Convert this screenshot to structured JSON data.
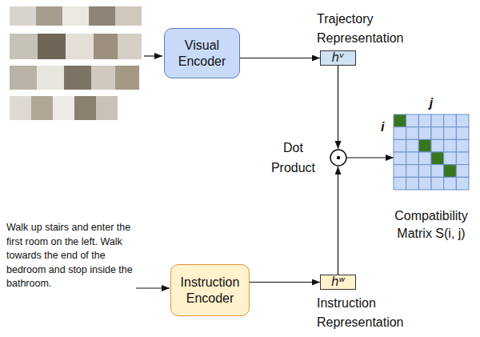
{
  "diagram": {
    "nodes": [
      {
        "text": [
          "Visual Encoder"
        ]
      },
      {
        "text": [
          "Trajectory Representation",
          "hᵛ"
        ]
      },
      {
        "text": [
          "Dot Product"
        ]
      },
      {
        "text": [
          "j",
          "i",
          "Compatibility Matrix S(i, j)"
        ]
      },
      {
        "text": [
          "Instruction Encoder"
        ]
      },
      {
        "text": [
          "hʷ",
          "Instruction Representation"
        ]
      }
    ],
    "edges": [
      {
        "from": 0,
        "to": 1,
        "arrow": "to"
      },
      {
        "from": 1,
        "to": 2,
        "arrow": "to"
      },
      {
        "from": 5,
        "to": 2,
        "arrow": "to"
      },
      {
        "from": 2,
        "to": 3,
        "arrow": "to"
      },
      {
        "from": 4,
        "to": 5,
        "arrow": "to"
      }
    ],
    "labels": [
      "Walk up stairs and enter the first room on the left. Walk towards the end of the bedroom and stop inside the bathroom."
    ]
  }
}
